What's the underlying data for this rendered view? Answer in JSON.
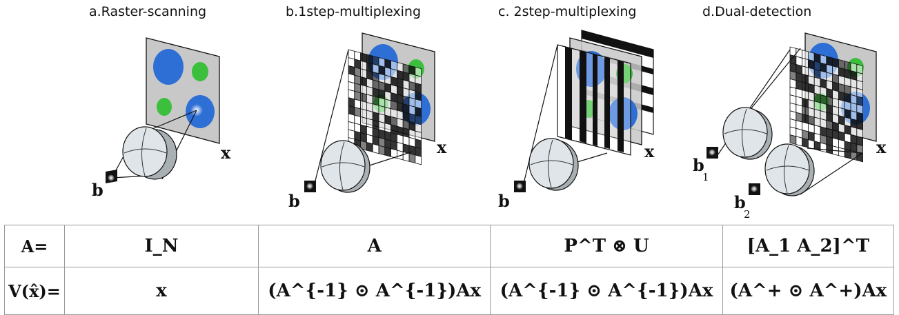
{
  "panels": [
    {
      "title": "a.Raster-scanning",
      "x_label": "x",
      "b_labels": [
        {
          "text": "b",
          "sub": ""
        }
      ]
    },
    {
      "title": "b.1step-multiplexing",
      "x_label": "x",
      "b_labels": [
        {
          "text": "b",
          "sub": ""
        }
      ]
    },
    {
      "title": "c. 2step-multiplexing",
      "x_label": "x",
      "b_labels": [
        {
          "text": "b",
          "sub": ""
        }
      ]
    },
    {
      "title": "d.Dual-detection",
      "x_label": "x",
      "b_labels": [
        {
          "text": "b",
          "sub": "1"
        },
        {
          "text": "b",
          "sub": "2"
        }
      ]
    }
  ],
  "table": {
    "rows": [
      {
        "header": "A=",
        "cells": [
          "I_N",
          "A",
          "P^T ⊗ U",
          "[A_1  A_2]^T"
        ]
      },
      {
        "header": "V(x̂)=",
        "cells": [
          "x",
          "(A^{-1} ⊙ A^{-1})Ax",
          "(A^{-1} ⊙ A^{-1})Ax",
          "(A^+ ⊙ A^+)Ax"
        ]
      }
    ]
  },
  "colors": {
    "blue_blob": "#2e6fd6",
    "green_blob": "#3cbf3c",
    "plane": "#c8c8c8",
    "lens": "#dfe5e8",
    "grid_dark": "#1a1a1a"
  }
}
